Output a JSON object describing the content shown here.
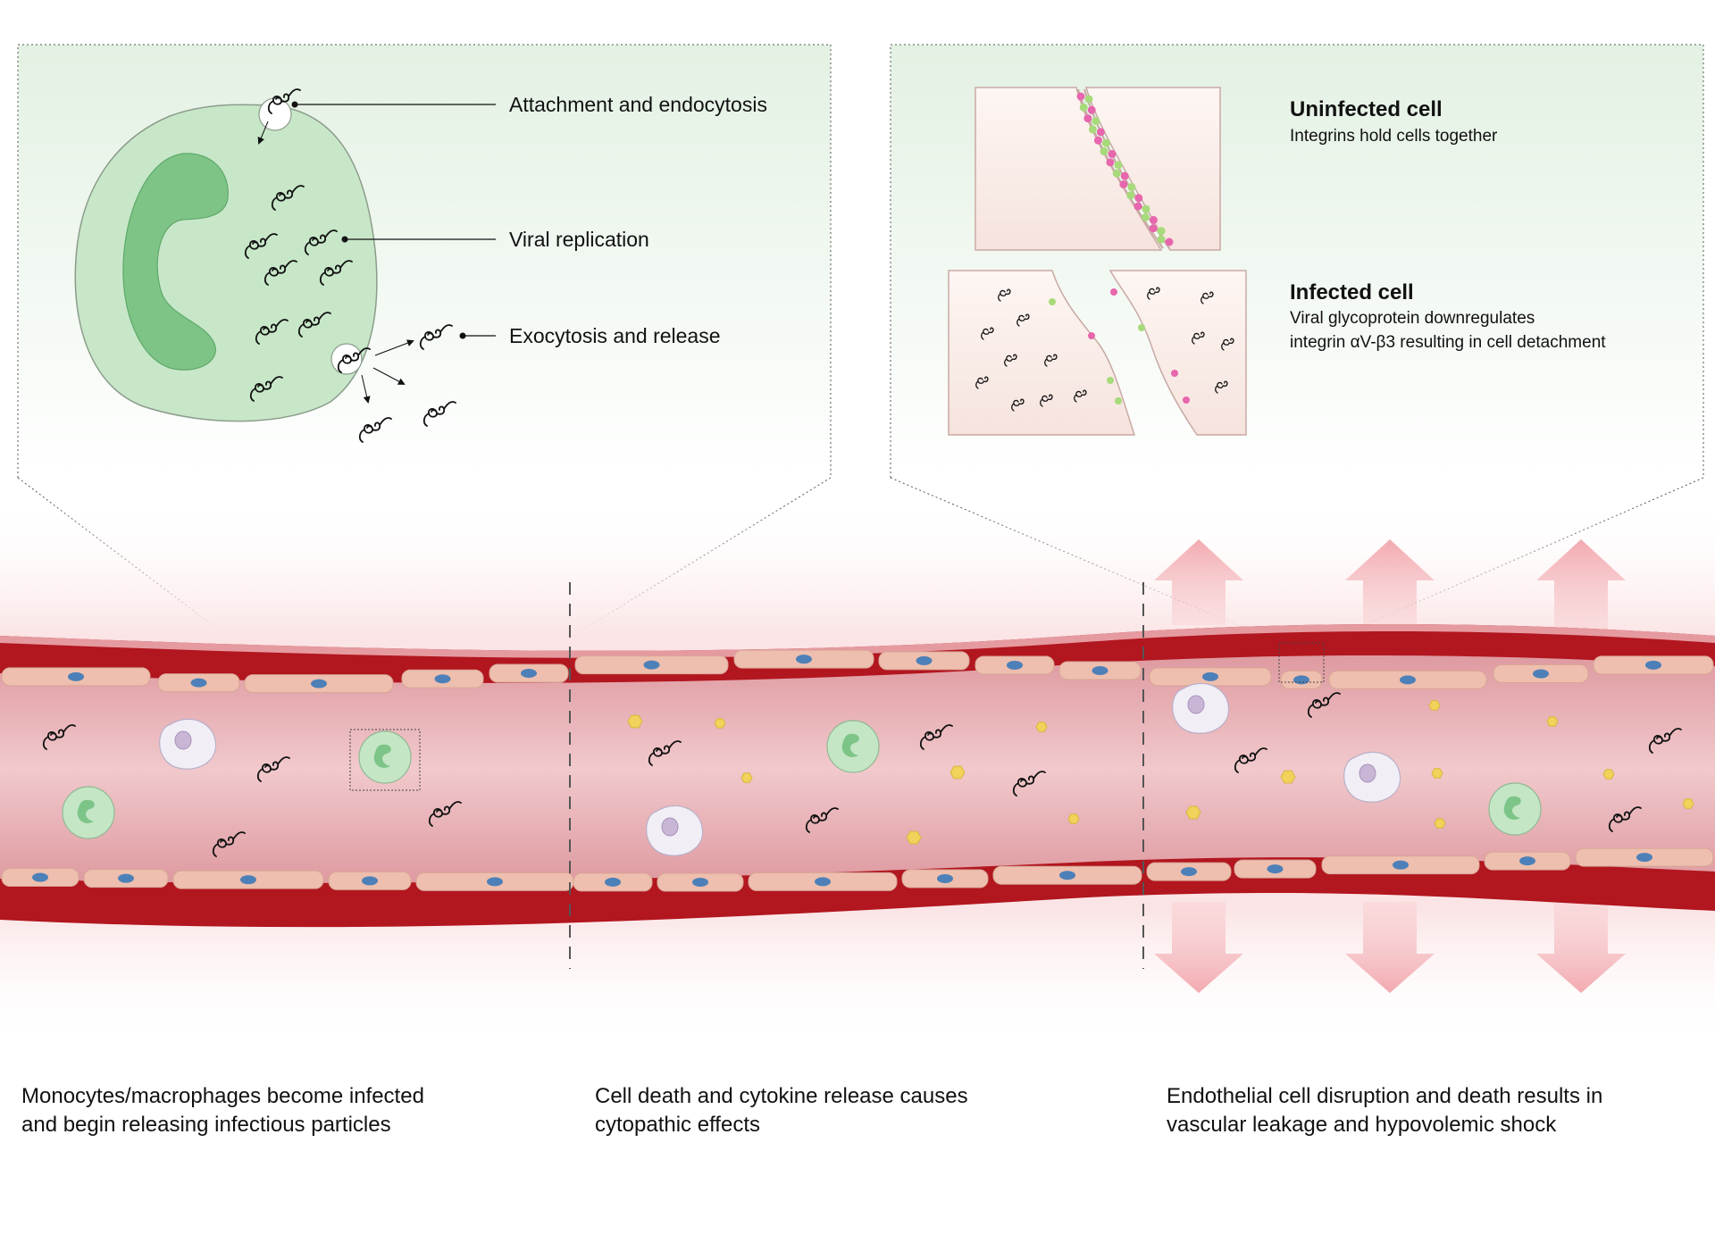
{
  "left_inset": {
    "labels": {
      "attachment": "Attachment and endocytosis",
      "replication": "Viral replication",
      "exocytosis": "Exocytosis and release"
    }
  },
  "right_inset": {
    "uninfected": {
      "title": "Uninfected cell",
      "description": "Integrins hold cells together"
    },
    "infected": {
      "title": "Infected cell",
      "description_line1": "Viral glycoprotein downregulates",
      "description_line2": "integrin αV-β3 resulting in cell detachment"
    }
  },
  "captions": [
    {
      "line1": "Monocytes/macrophages become infected",
      "line2": "and begin releasing infectious particles"
    },
    {
      "line1": "Cell death and cytokine release causes",
      "line2": "cytopathic effects"
    },
    {
      "line1": "Endothelial cell disruption and death results in",
      "line2": "vascular leakage and hypovolemic shock"
    }
  ],
  "colors": {
    "inset_green": "#e6f2e6",
    "macrophage_fill": "#c4e6c5",
    "nucleus_fill": "#7dc488",
    "vessel_wall": "#b2161f",
    "lumen": "#eab2b6",
    "endothelial_cell": "#eebfae",
    "endothelial_nucleus": "#4d80b8",
    "cytokine": "#f1d25a",
    "leak_arrow": "#f2b5b9",
    "integrin_pink": "#e766ad",
    "integrin_green": "#a7da7a"
  }
}
